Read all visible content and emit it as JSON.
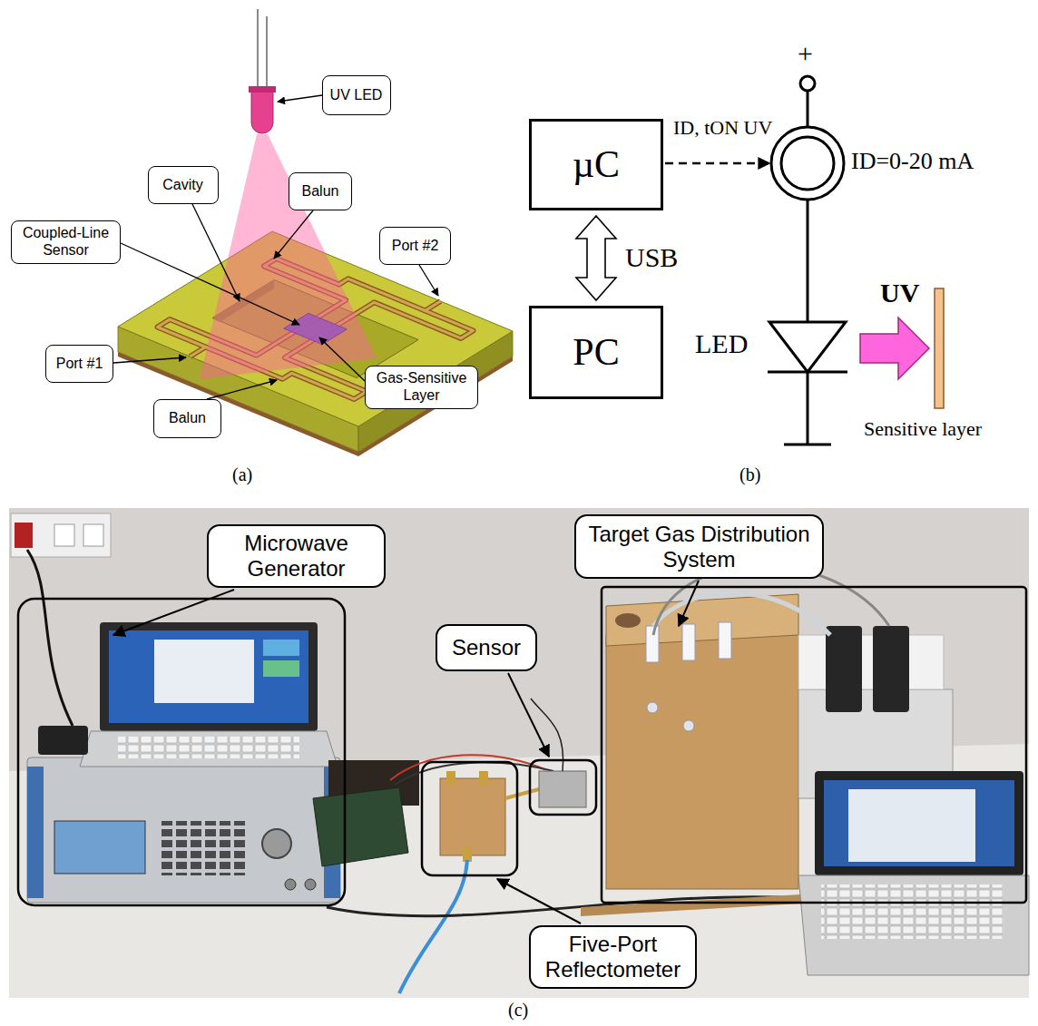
{
  "diagram": {
    "nodes": [
      {
        "text": [
          "UV LED"
        ]
      },
      {
        "text": [
          "Cavity"
        ]
      },
      {
        "text": [
          "Balun"
        ]
      },
      {
        "text": [
          "Port #2"
        ]
      },
      {
        "text": [
          "Coupled-Line Sensor"
        ]
      },
      {
        "text": [
          "Port #1"
        ]
      },
      {
        "text": [
          "Gas-Sensitive Layer"
        ]
      },
      {
        "text": [
          "Balun"
        ]
      },
      {
        "text": [
          "µC"
        ]
      },
      {
        "text": [
          "PC"
        ]
      },
      {
        "text": [
          "Target Gas Distribution System"
        ]
      },
      {
        "text": [
          "Microwave Generator"
        ]
      },
      {
        "text": [
          "Sensor"
        ]
      },
      {
        "text": [
          "Five-Port Reflectometer"
        ]
      }
    ],
    "edges": [
      {
        "from": 8,
        "to": 9,
        "label": "USB",
        "arrow": "both"
      }
    ],
    "labels": [
      "+",
      "ID, tON UV",
      "ID=0-20 mA",
      "UV",
      "LED",
      "Sensitive layer",
      "(a)",
      "(b)",
      "(c)"
    ]
  }
}
